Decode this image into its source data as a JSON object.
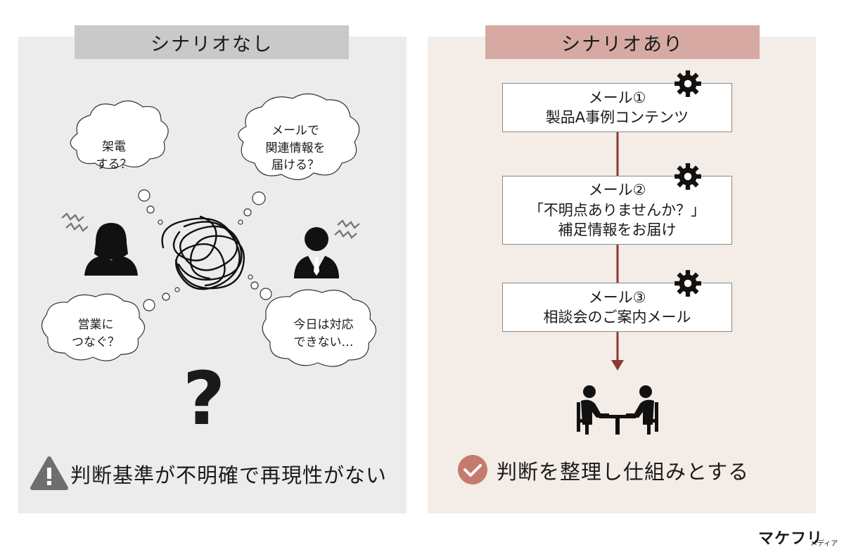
{
  "left": {
    "tab_label": "シナリオなし",
    "bubbles": [
      {
        "lines": [
          "架電",
          "する？"
        ]
      },
      {
        "lines": [
          "メールで",
          "関連情報を",
          "届ける？"
        ]
      },
      {
        "lines": [
          "営業に",
          "つなぐ？"
        ]
      },
      {
        "lines": [
          "今日は対応",
          "できない…"
        ]
      }
    ],
    "question_mark": "?",
    "conclusion": "判断基準が不明確で再現性がない"
  },
  "right": {
    "tab_label": "シナリオあり",
    "steps": [
      {
        "title": "メール①",
        "lines": [
          "製品A事例コンテンツ"
        ]
      },
      {
        "title": "メール②",
        "lines": [
          "「不明点ありませんか？」",
          "補足情報をお届け"
        ]
      },
      {
        "title": "メール③",
        "lines": [
          "相談会のご案内メール"
        ]
      }
    ],
    "conclusion": "判断を整理し仕組みとする"
  },
  "brand": {
    "logo_text": "マケフリ",
    "logo_sub": "メディア"
  },
  "colors": {
    "left_panel": "#ececec",
    "right_panel": "#f4ece6",
    "left_tab": "#c9c9c9",
    "right_tab": "#d6aaa2",
    "arrow": "#8b3a32",
    "check_badge": "#c47a6d",
    "warning": "#6e6e6e"
  }
}
